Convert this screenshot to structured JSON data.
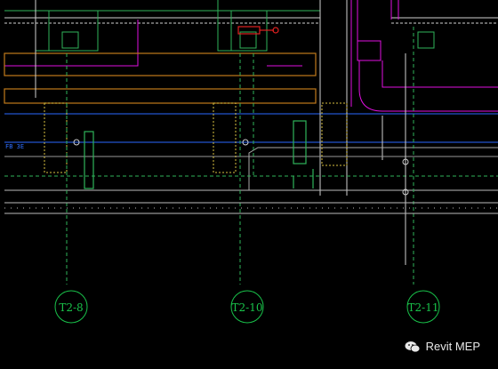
{
  "window": {
    "background": "#000000"
  },
  "grid_bubbles": [
    {
      "id": "t2-8",
      "label": "T2-8"
    },
    {
      "id": "t2-10",
      "label": "T2-10"
    },
    {
      "id": "t2-11",
      "label": "T2-11"
    }
  ],
  "annotations": {
    "side_label": "FB 3E"
  },
  "watermark": {
    "text": "Revit MEP",
    "icon": "wechat-icon"
  },
  "colors": {
    "grid_green": "#19c24a",
    "duct_magenta": "#e010e0",
    "pipe_orange": "#c07a1a",
    "pipe_blue": "#2a67ff",
    "pipe_red": "#e02020",
    "wall_white": "#cfcfcf",
    "yellow": "#d8c040"
  }
}
